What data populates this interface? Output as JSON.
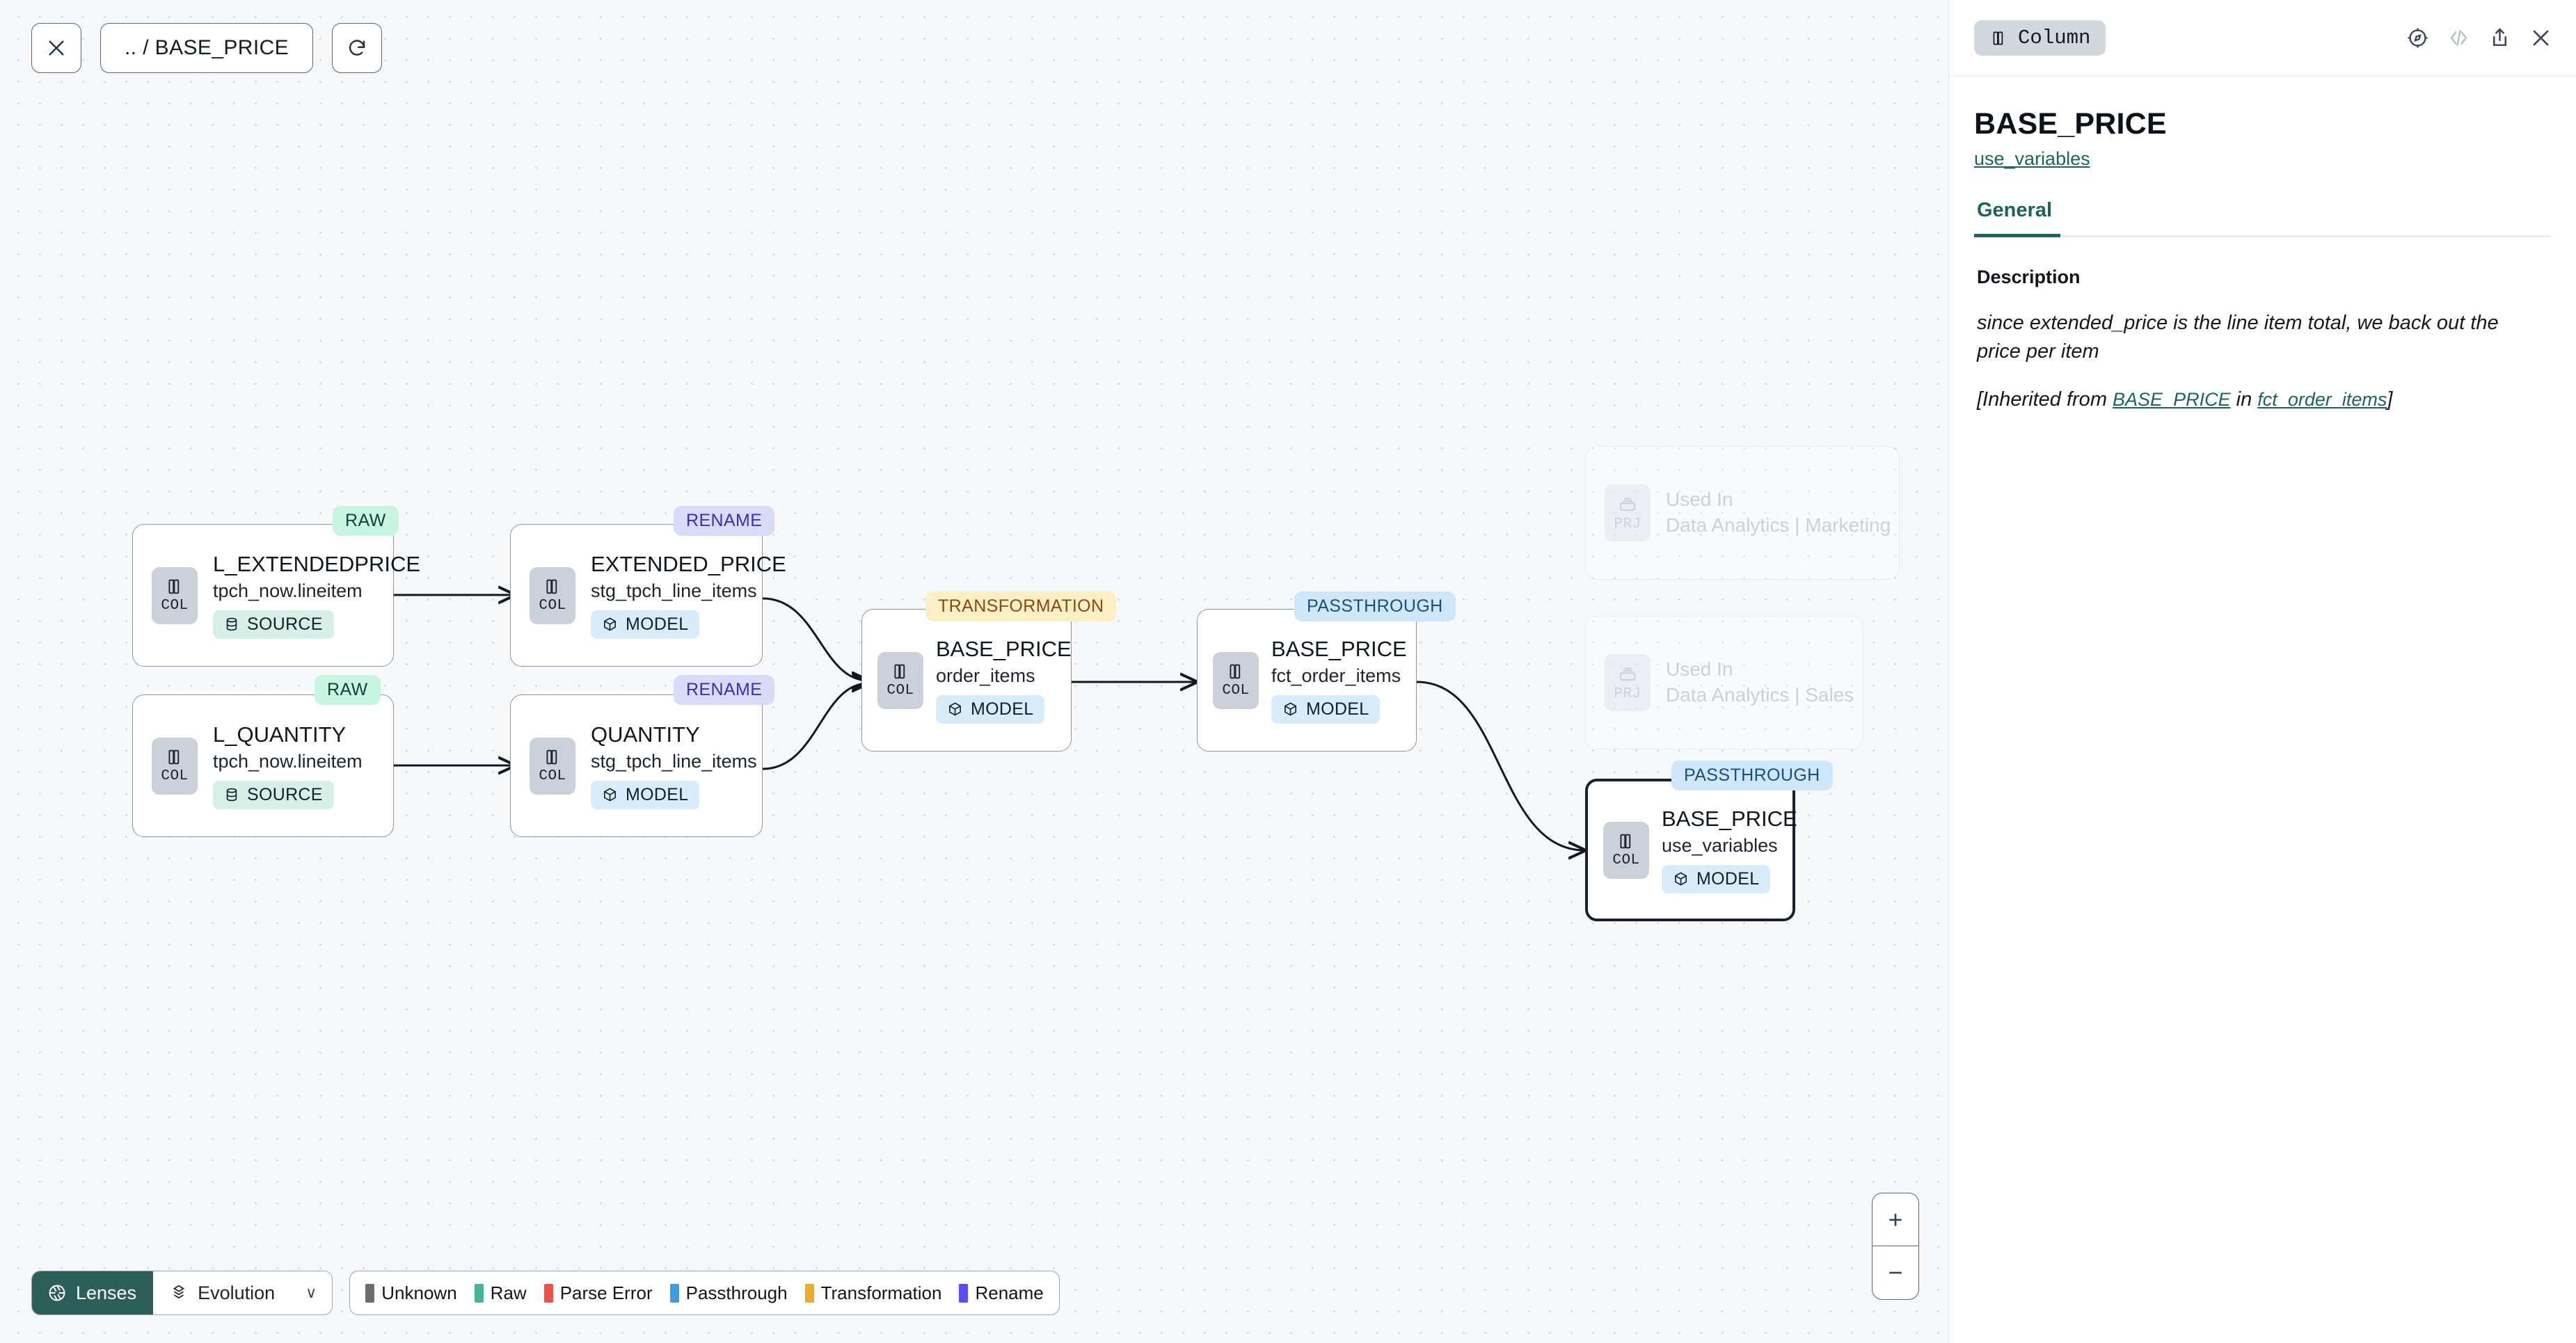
{
  "toolbar": {
    "close_label": "close-canvas",
    "breadcrumb": ".. / BASE_PRICE",
    "refresh_label": "refresh"
  },
  "lens_bar": {
    "lenses_label": "Lenses",
    "evolution_label": "Evolution",
    "chevron": "∨",
    "legend": [
      {
        "label": "Unknown",
        "color": "#6b6f73"
      },
      {
        "label": "Raw",
        "color": "#46b39b"
      },
      {
        "label": "Parse Error",
        "color": "#e4564a"
      },
      {
        "label": "Passthrough",
        "color": "#3b9ee0"
      },
      {
        "label": "Transformation",
        "color": "#eeab2a"
      },
      {
        "label": "Rename",
        "color": "#5b4df0"
      }
    ]
  },
  "zoom_controls": {
    "zoom_in": "+",
    "zoom_out": "−"
  },
  "graph": {
    "nodes": [
      {
        "id": "l_extendedprice",
        "title": "L_EXTENDEDPRICE",
        "sub": "tpch_now.lineitem",
        "icon_label": "COL",
        "tag": "SOURCE",
        "badge": "RAW"
      },
      {
        "id": "l_quantity",
        "title": "L_QUANTITY",
        "sub": "tpch_now.lineitem",
        "icon_label": "COL",
        "tag": "SOURCE",
        "badge": "RAW"
      },
      {
        "id": "extended_price",
        "title": "EXTENDED_PRICE",
        "sub": "stg_tpch_line_items",
        "icon_label": "COL",
        "tag": "MODEL",
        "badge": "RENAME"
      },
      {
        "id": "quantity",
        "title": "QUANTITY",
        "sub": "stg_tpch_line_items",
        "icon_label": "COL",
        "tag": "MODEL",
        "badge": "RENAME"
      },
      {
        "id": "base_price_oi",
        "title": "BASE_PRICE",
        "sub": "order_items",
        "icon_label": "COL",
        "tag": "MODEL",
        "badge": "TRANSFORMATION"
      },
      {
        "id": "base_price_fct",
        "title": "BASE_PRICE",
        "sub": "fct_order_items",
        "icon_label": "COL",
        "tag": "MODEL",
        "badge": "PASSTHROUGH"
      },
      {
        "id": "base_price_uv",
        "title": "BASE_PRICE",
        "sub": "use_variables",
        "icon_label": "COL",
        "tag": "MODEL",
        "badge": "PASSTHROUGH"
      }
    ],
    "ghost_nodes": [
      {
        "id": "used_in_marketing",
        "title": "Used In",
        "sub": "Data Analytics | Marketing",
        "icon_label": "PRJ"
      },
      {
        "id": "used_in_sales",
        "title": "Used In",
        "sub": "Data Analytics | Sales",
        "icon_label": "PRJ"
      }
    ]
  },
  "panel": {
    "type_chip": "Column",
    "title": "BASE_PRICE",
    "model_link": "use_variables",
    "tab_general": "General",
    "description_label": "Description",
    "description_text": "since extended_price is the line item total, we back out the price per item",
    "inherited_prefix": "[Inherited from ",
    "inherited_column": "BASE_PRICE",
    "inherited_mid": " in ",
    "inherited_model": "fct_order_items",
    "inherited_suffix": "]"
  }
}
